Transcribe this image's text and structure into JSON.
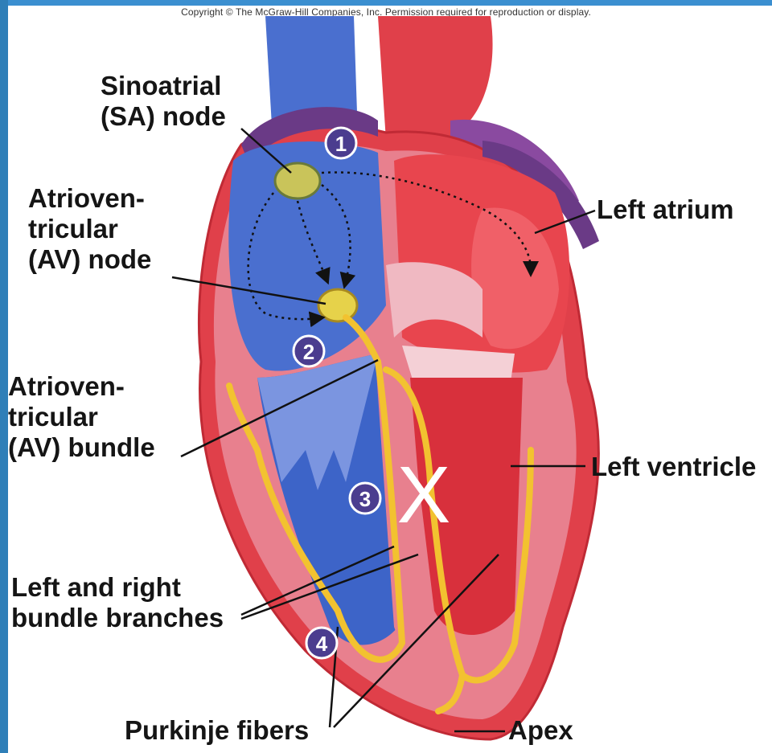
{
  "copyright": "Copyright © The McGraw-Hill Companies, Inc. Permission required for reproduction or display.",
  "labels": {
    "sa_node": "Sinoatrial\n(SA) node",
    "av_node": "Atrioven-\ntricular\n(AV) node",
    "av_bundle": "Atrioven-\ntricular\n(AV) bundle",
    "bundle_branches": "Left and right\nbundle branches",
    "purkinje": "Purkinje fibers",
    "left_atrium": "Left atrium",
    "left_ventricle": "Left ventricle",
    "apex": "Apex"
  },
  "steps": [
    "1",
    "2",
    "3",
    "4"
  ],
  "block_mark": "X",
  "colors": {
    "frame": "#2f7fb8",
    "right_heart_blue": "#4a6fcf",
    "left_heart_red": "#e0404a",
    "myocardium_pink": "#e8808e",
    "pericardium_purple": "#6a3a86",
    "conduction_yellow": "#f2c230",
    "step_badge": "#4b3d8f"
  }
}
